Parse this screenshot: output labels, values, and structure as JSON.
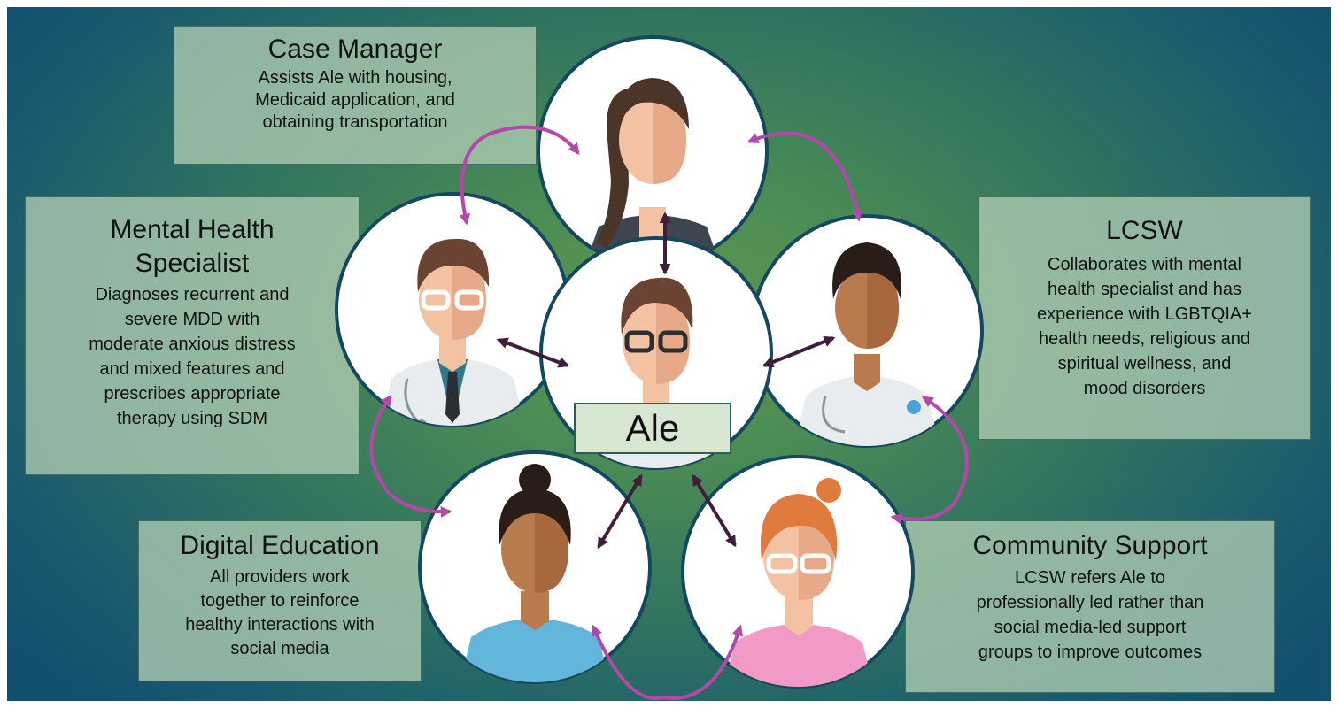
{
  "center": {
    "name": "Ale"
  },
  "roles": {
    "case_manager": {
      "title": "Case Manager",
      "lines": [
        "Assists Ale with housing,",
        "Medicaid application, and",
        "obtaining transportation"
      ]
    },
    "mental_health_specialist": {
      "title_lines": [
        "Mental Health",
        "Specialist"
      ],
      "lines": [
        "Diagnoses recurrent and",
        "severe MDD with",
        "moderate anxious distress",
        "and mixed features and",
        "prescribes appropriate",
        "therapy using SDM"
      ]
    },
    "lcsw": {
      "title": "LCSW",
      "lines": [
        "Collaborates with mental",
        "health specialist and has",
        "experience with LGBTQIA+",
        "health needs, religious and",
        "spiritual wellness, and",
        "mood disorders"
      ]
    },
    "digital_education": {
      "title": "Digital Education",
      "lines": [
        "All providers work",
        "together to reinforce",
        "healthy interactions with",
        "social media"
      ]
    },
    "community_support": {
      "title": "Community Support",
      "lines": [
        "LCSW refers Ale to",
        "professionally led rather than",
        "social media-led support",
        "groups to improve outcomes"
      ]
    }
  },
  "colors": {
    "connector_dark": "#3f1e3c",
    "connector_light": "#b248a8",
    "circle_border": "#13485e",
    "skin_light": "#f2c2a3",
    "skin_shade": "#e8a989",
    "skin_dark": "#b97b4e",
    "skin_dark_shade": "#a8683e"
  }
}
